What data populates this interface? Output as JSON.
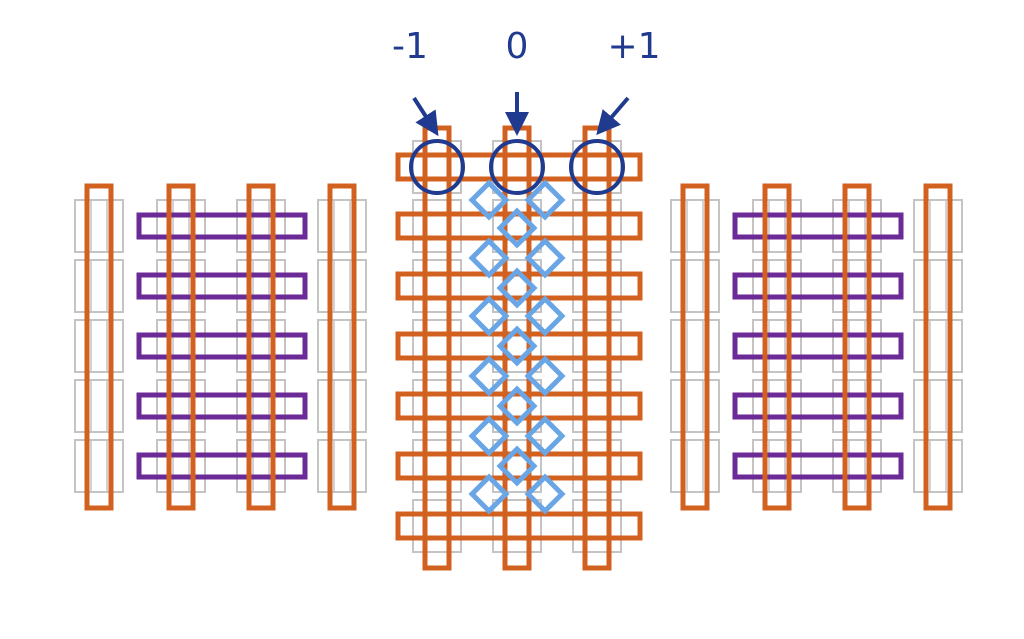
{
  "labels": {
    "minus": "-1",
    "zero": "0",
    "plus": "+1"
  },
  "colors": {
    "orange": "#d2601f",
    "purple": "#6b2a96",
    "grey": "#c4c4c4",
    "blue": "#6aa6e6",
    "navy": "#1f3a8f"
  }
}
